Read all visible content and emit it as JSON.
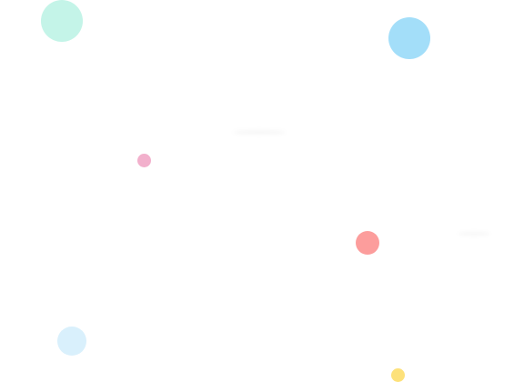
{
  "scene": {
    "background_color": "#ffffff",
    "dots": [
      {
        "name": "mint-dot",
        "color": "#c4f4e8"
      },
      {
        "name": "sky-blue-dot",
        "color": "#a3def9"
      },
      {
        "name": "pink-dot",
        "color": "#f2b0cc"
      },
      {
        "name": "coral-dot",
        "color": "#fc9d9c"
      },
      {
        "name": "light-blue-dot",
        "color": "#d9f0fc"
      },
      {
        "name": "yellow-dot",
        "color": "#fde17a"
      }
    ]
  }
}
